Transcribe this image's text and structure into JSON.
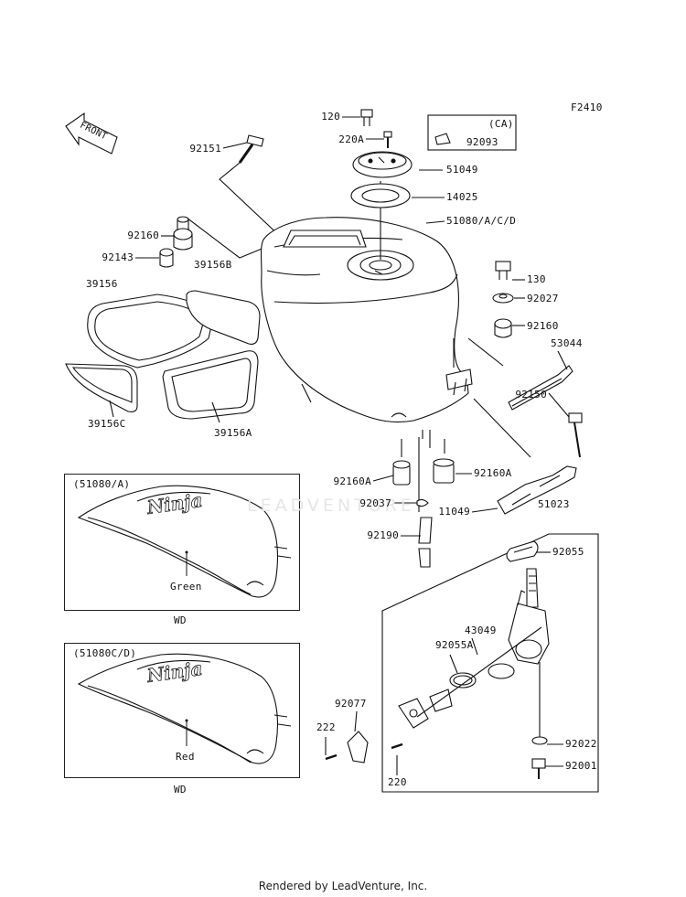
{
  "diagram_code": "F2410",
  "front_label": "FRONT",
  "ca_box": {
    "label": "(CA)",
    "part": "92093"
  },
  "parts": {
    "p120": "120",
    "p220A": "220A",
    "p92093": "92093",
    "p51049": "51049",
    "p14025": "14025",
    "p92151": "92151",
    "p92160_top": "92160",
    "p92143": "92143",
    "p51080": "51080/A/C/D",
    "p39156B": "39156B",
    "p39156": "39156",
    "p130": "130",
    "p92027": "92027",
    "p92160_right": "92160",
    "p53044": "53044",
    "p39156C": "39156C",
    "p39156A": "39156A",
    "p92150": "92150",
    "p92160A_left": "92160A",
    "p92160A_right": "92160A",
    "p92037": "92037",
    "p11049": "11049",
    "p51023": "51023",
    "p92190": "92190",
    "p92055": "92055",
    "p43049": "43049",
    "p92055A": "92055A",
    "p92077": "92077",
    "p222": "222",
    "p92022": "92022",
    "p92001": "92001",
    "p220": "220"
  },
  "inset_a": {
    "title": "(51080/A)",
    "color_label": "Green",
    "region": "WD"
  },
  "inset_cd": {
    "title": "(51080C/D)",
    "color_label": "Red",
    "region": "WD"
  },
  "watermark": "LEADVENTURE",
  "footer": "Rendered by LeadVenture, Inc."
}
